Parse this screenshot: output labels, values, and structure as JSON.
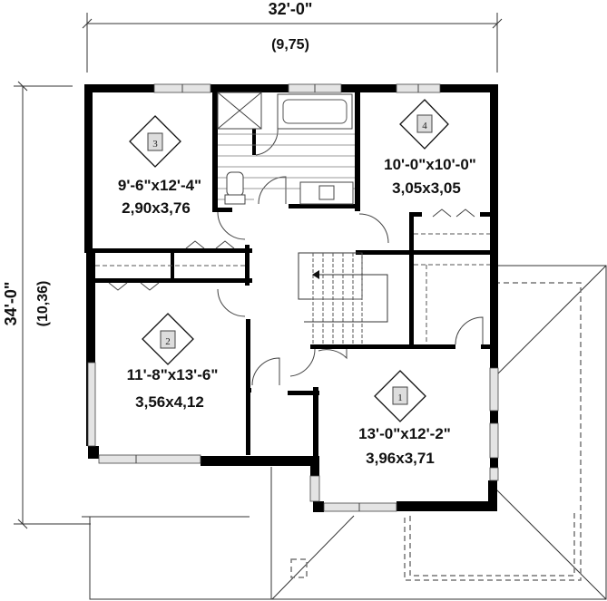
{
  "dimensions": {
    "width_imperial": "32'-0\"",
    "width_metric": "(9,75)",
    "depth_imperial": "34'-0\"",
    "depth_metric": "(10,36)"
  },
  "rooms": [
    {
      "tag": "1",
      "imperial": "13'-0\"x12'-2\"",
      "metric": "3,96x3,71"
    },
    {
      "tag": "2",
      "imperial": "11'-8\"x13'-6\"",
      "metric": "3,56x4,12"
    },
    {
      "tag": "3",
      "imperial": "9'-6\"x12'-4\"",
      "metric": "2,90x3,76"
    },
    {
      "tag": "4",
      "imperial": "10'-0\"x10'-0\"",
      "metric": "3,05x3,05"
    }
  ],
  "colors": {
    "wall": "#000000",
    "window": "#e4e4e4",
    "line": "#333333",
    "roof_dash": "#777777"
  }
}
